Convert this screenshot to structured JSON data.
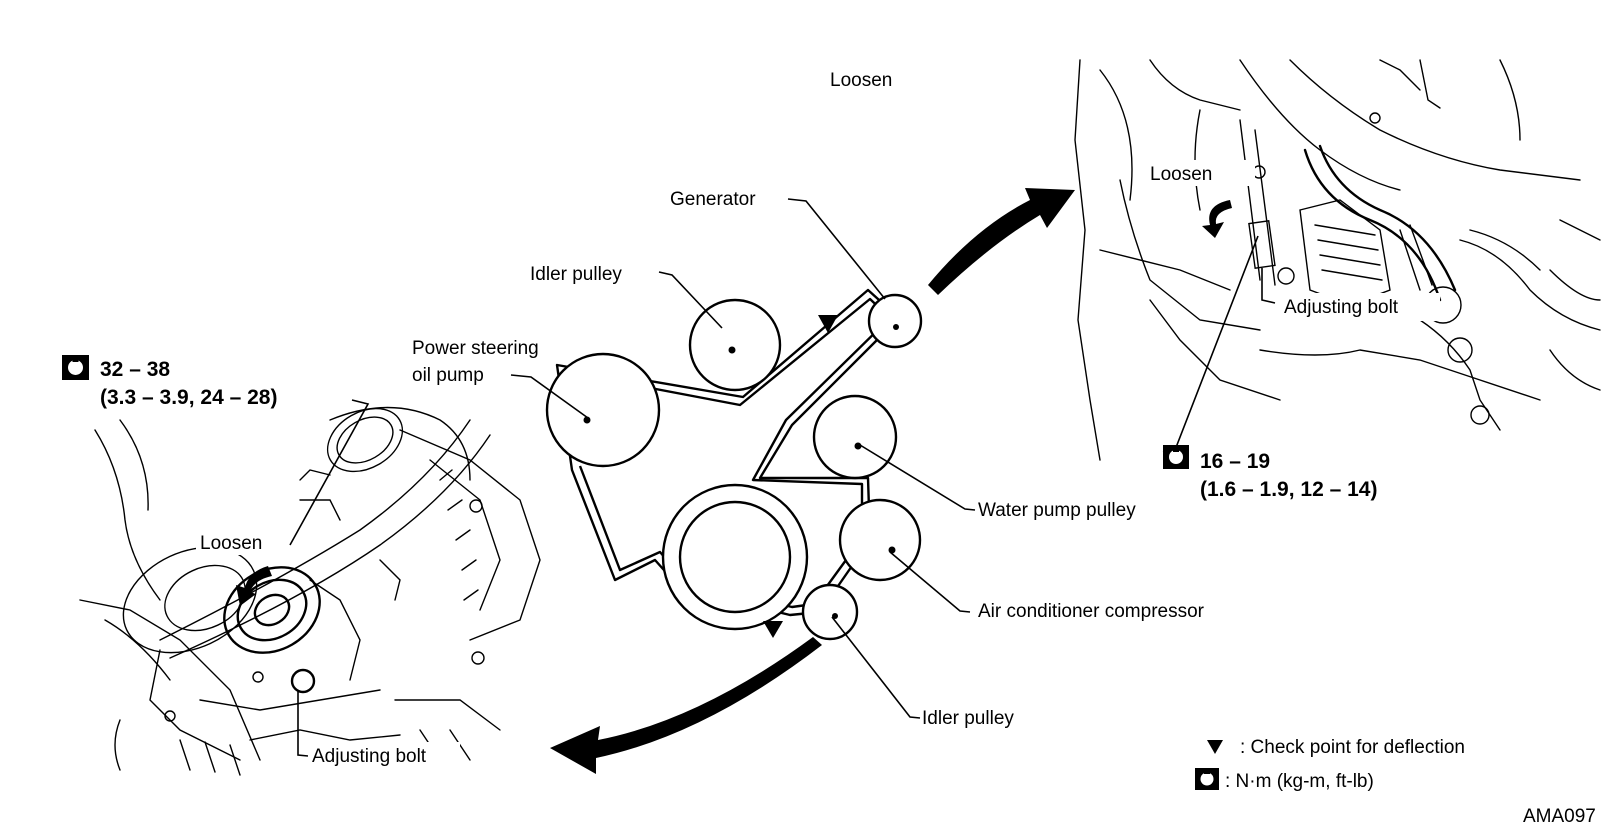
{
  "labels": {
    "top_loosen": "Loosen",
    "generator": "Generator",
    "idler_pulley_top": "Idler pulley",
    "power_steering_line1": "Power steering",
    "power_steering_line2": "oil pump",
    "water_pump_pulley": "Water pump pulley",
    "ac_compressor": "Air conditioner compressor",
    "idler_pulley_bottom": "Idler pulley"
  },
  "left_detail": {
    "torque_main": "32 – 38",
    "torque_sub": "(3.3 – 3.9, 24 – 28)",
    "loosen": "Loosen",
    "adjusting_bolt": "Adjusting bolt"
  },
  "right_detail": {
    "loosen": "Loosen",
    "adjusting_bolt": "Adjusting bolt",
    "torque_main": "16 – 19",
    "torque_sub": "(1.6 – 1.9, 12 – 14)"
  },
  "legend": {
    "check_point": ": Check point for deflection",
    "torque_unit": ": N·m (kg-m, ft-lb)"
  },
  "figure_code": "AMA097",
  "icons": [
    "torque-wrench-icon",
    "check-point-triangle-icon",
    "loosen-arrow-icon"
  ]
}
